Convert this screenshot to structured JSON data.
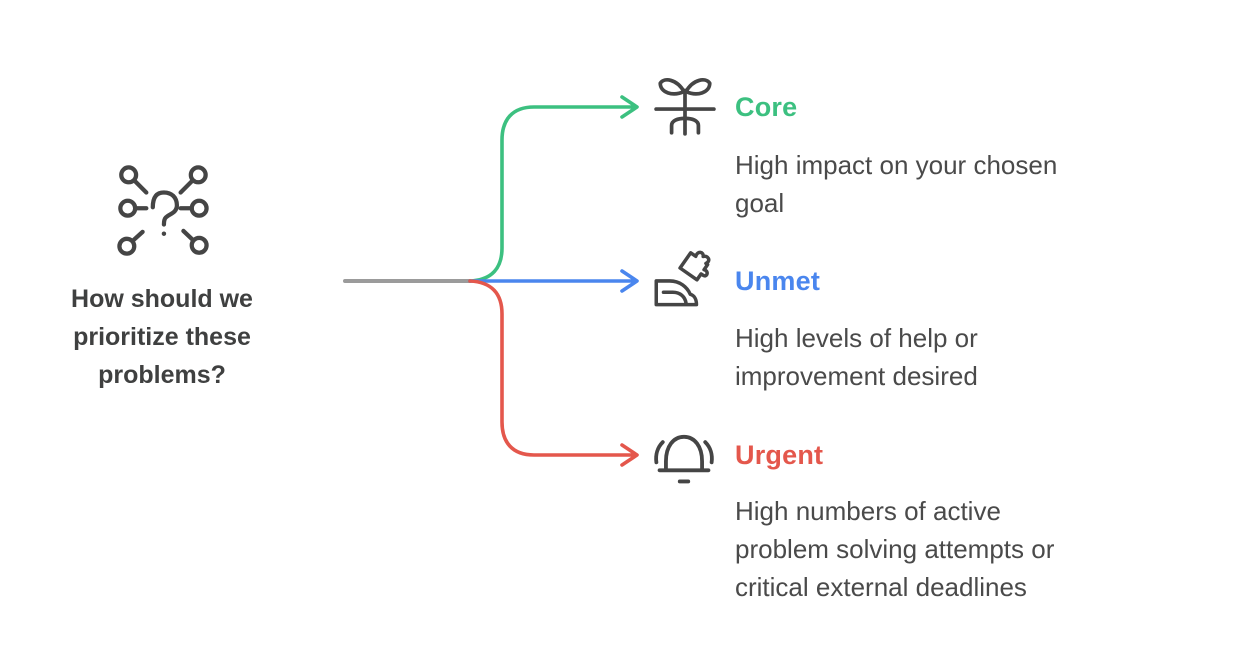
{
  "question": {
    "icon": "question-network-icon",
    "text_lines": [
      "How should we",
      "prioritize these",
      "problems?"
    ]
  },
  "colors": {
    "trunk": "#9b9b9b",
    "icon_stroke": "#454545",
    "heading_text": "#3f4040",
    "body_text": "#4a4a4a"
  },
  "branches": [
    {
      "id": "core",
      "label": "Core",
      "color": "#3cc080",
      "icon": "plant-roots-icon",
      "description_lines": [
        "High impact on your chosen",
        "goal"
      ]
    },
    {
      "id": "unmet",
      "label": "Unmet",
      "color": "#4a86ee",
      "icon": "hand-puzzle-icon",
      "description_lines": [
        "High levels of help or",
        "improvement desired"
      ]
    },
    {
      "id": "urgent",
      "label": "Urgent",
      "color": "#e4574c",
      "icon": "bell-icon",
      "description_lines": [
        "High numbers of active",
        "problem solving attempts or",
        "critical external deadlines"
      ]
    }
  ]
}
